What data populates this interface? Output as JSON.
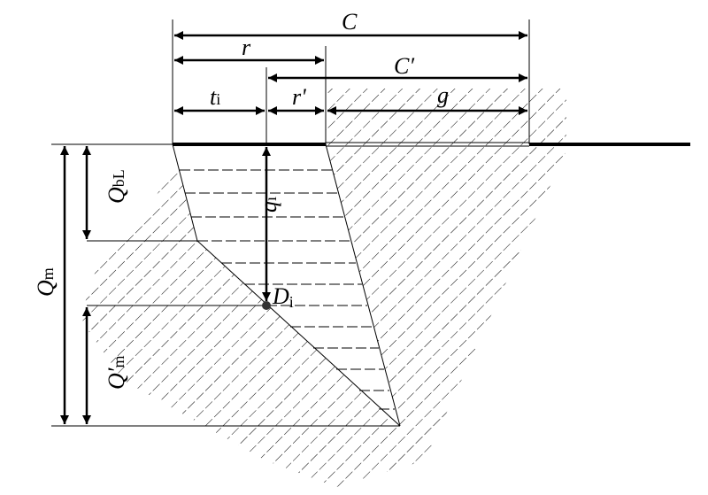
{
  "labels": {
    "C": "C",
    "r": "r",
    "C_prime": "C′",
    "t": "t",
    "t_sub": "i",
    "r_prime": "r'",
    "g": "g",
    "Q_bL": "Q",
    "Q_bL_sub": "bL",
    "q": "q",
    "q_sub": "i",
    "Q_m": "Q",
    "Q_m_sub": "m",
    "D": "D",
    "D_sub": "i",
    "Q_m_prime": "Q′",
    "Q_m_prime_sub": "m"
  },
  "colors": {
    "line": "#000000",
    "point": "#333333"
  }
}
